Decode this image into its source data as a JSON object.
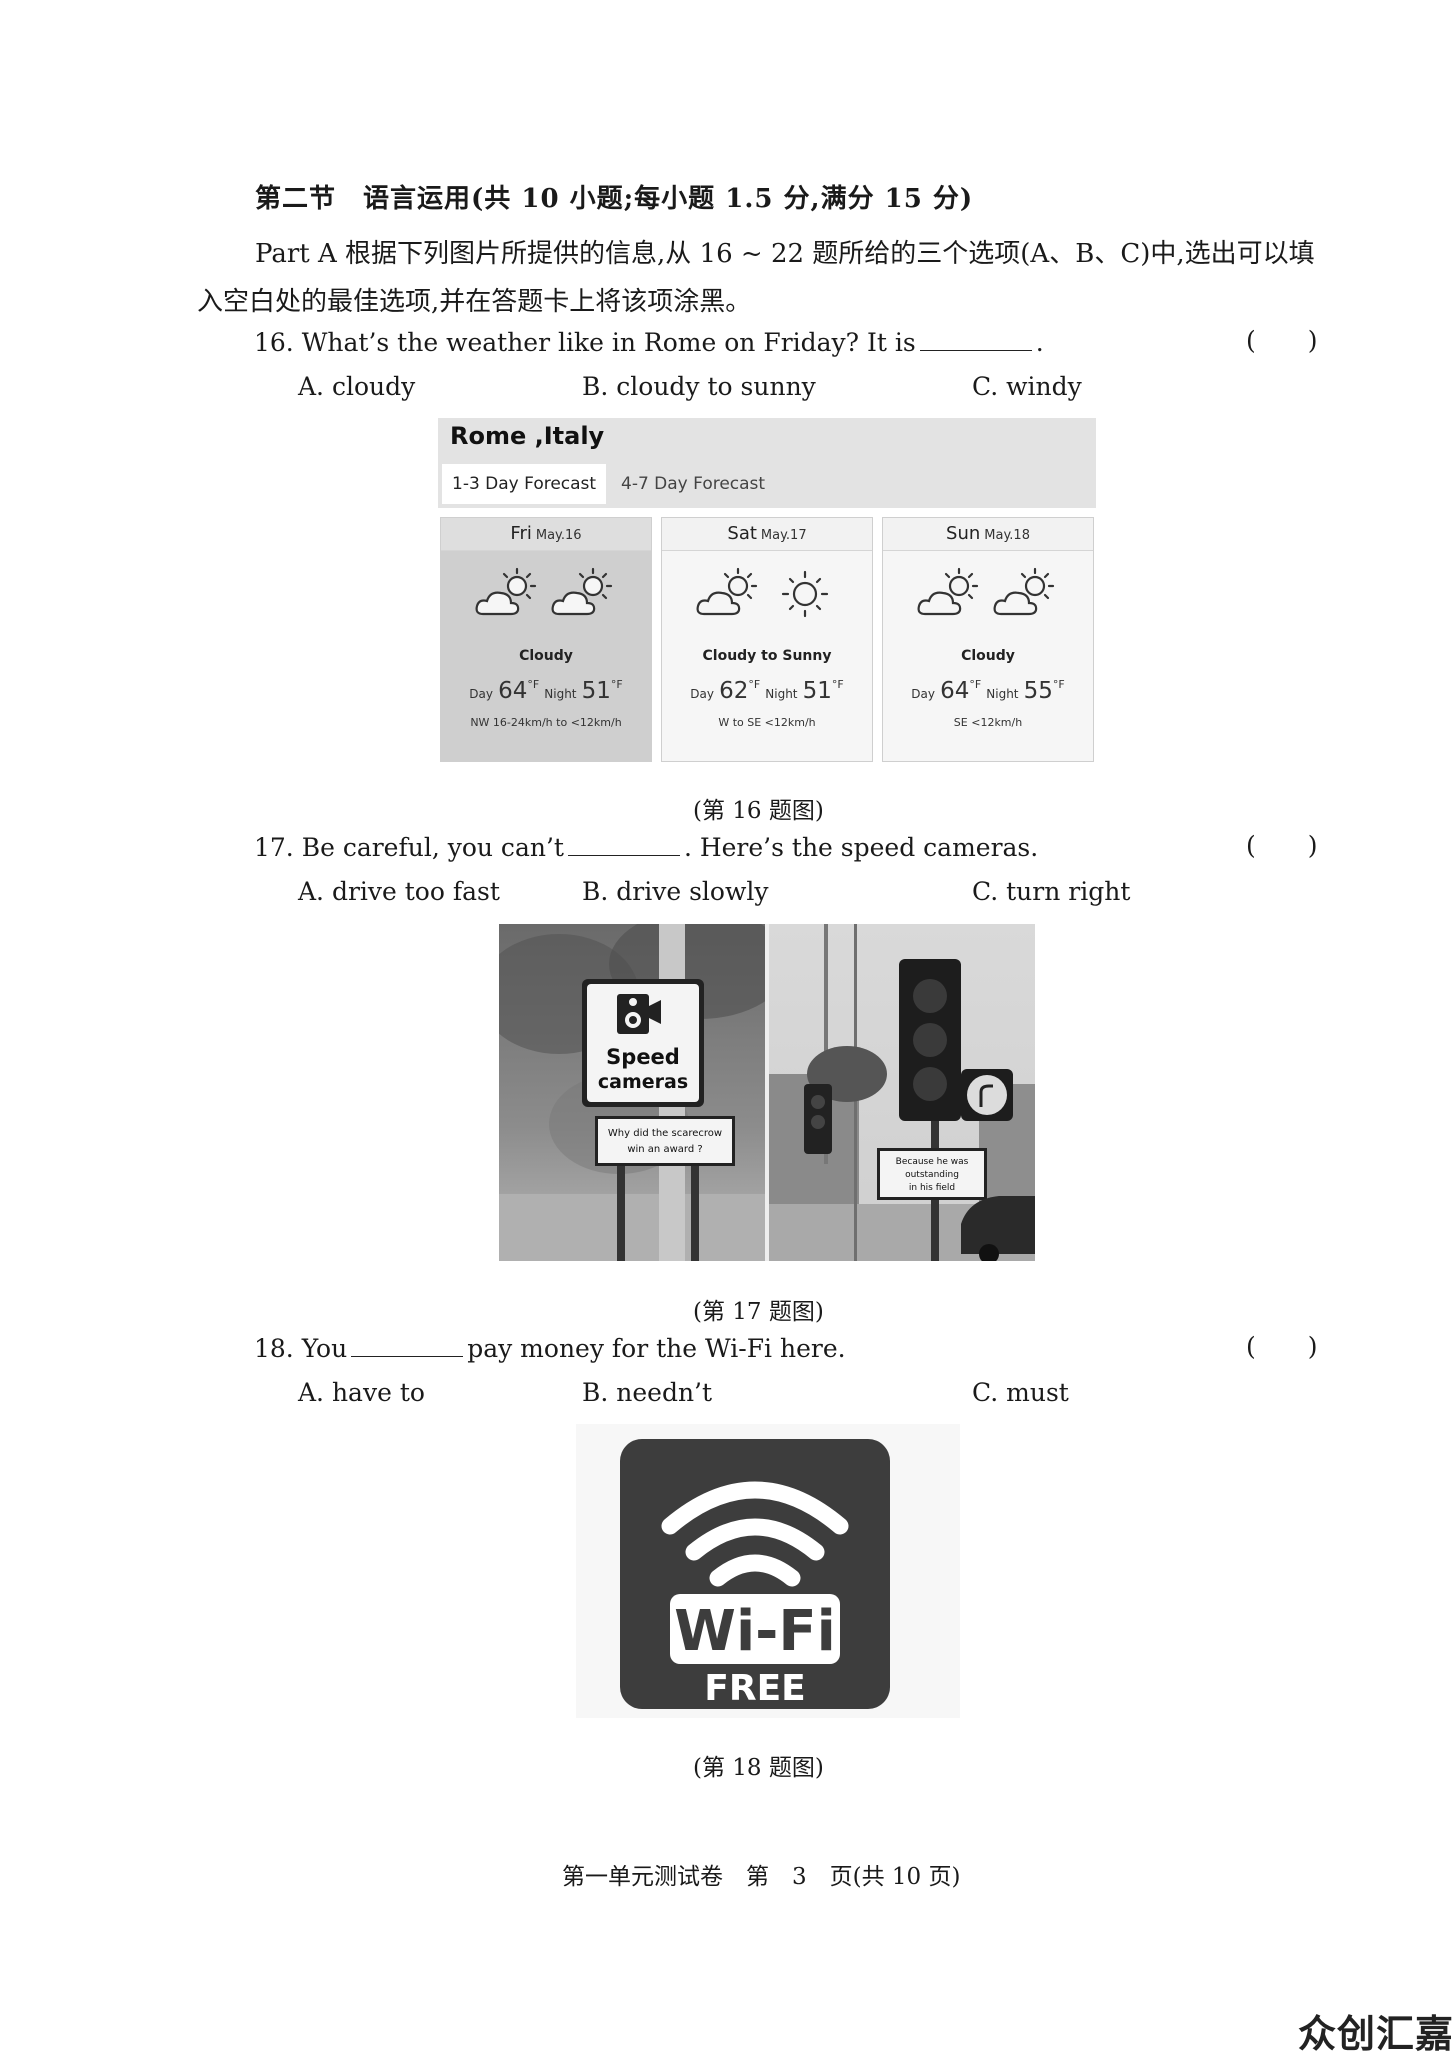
{
  "section": {
    "title": "第二节　语言运用(共 10 小题;每小题 1.5 分,满分 15 分)"
  },
  "intro": "Part A 根据下列图片所提供的信息,从 16 ~ 22 题所给的三个选项(A、B、C)中,选出可以填入空白处的最佳选项,并在答题卡上将该项涂黑。",
  "questions": [
    {
      "stem_before": "16. What’s the weather like in Rome on Friday? It is",
      "stem_after": ".",
      "paren_open": "(",
      "paren_close": ")",
      "options": [
        "A. cloudy",
        "B. cloudy to sunny",
        "C. windy"
      ],
      "caption": "(第 16 题图)"
    },
    {
      "stem_before": "17. Be careful, you can’t",
      "stem_after": ". Here’s the speed cameras.",
      "paren_open": "(",
      "paren_close": ")",
      "options": [
        "A. drive too fast",
        "B. drive slowly",
        "C. turn right"
      ],
      "caption": "(第 17 题图)"
    },
    {
      "stem_before": "18. You",
      "stem_after": "pay money for the Wi-Fi here.",
      "paren_open": "(",
      "paren_close": ")",
      "options": [
        "A. have to",
        "B. needn’t",
        "C. must"
      ],
      "caption": "(第 18 题图)"
    }
  ],
  "weather": {
    "city": "Rome ,Italy",
    "tabs": [
      "1-3 Day Forecast",
      "4-7 Day Forecast"
    ],
    "days": [
      {
        "day": "Fri",
        "date": "May.16",
        "condition": "Cloudy",
        "day_label": "Day",
        "day_temp": "64",
        "night_label": "Night",
        "night_temp": "51",
        "unit": "°F",
        "wind": "NW 16-24km/h to <12km/h",
        "icons": [
          "partly-cloudy-icon",
          "partly-cloudy-icon"
        ]
      },
      {
        "day": "Sat",
        "date": "May.17",
        "condition": "Cloudy to Sunny",
        "day_label": "Day",
        "day_temp": "62",
        "night_label": "Night",
        "night_temp": "51",
        "unit": "°F",
        "wind": "W to SE <12km/h",
        "icons": [
          "partly-cloudy-icon",
          "sun-icon"
        ]
      },
      {
        "day": "Sun",
        "date": "May.18",
        "condition": "Cloudy",
        "day_label": "Day",
        "day_temp": "64",
        "night_label": "Night",
        "night_temp": "55",
        "unit": "°F",
        "wind": "SE <12km/h",
        "icons": [
          "partly-cloudy-icon",
          "partly-cloudy-icon"
        ]
      }
    ]
  },
  "speed_photo": {
    "sign_line1": "Speed",
    "sign_line2": "cameras",
    "question_line1": "Why did the scarecrow",
    "question_line2": "win an award ?",
    "answer_line1": "Because he was",
    "answer_line2": "outstanding",
    "answer_line3": "in his field"
  },
  "wifi_sign": {
    "line1": "Wi-Fi",
    "line2": "FREE"
  },
  "footer": "第一单元测试卷　第　3　页(共 10 页)",
  "brand": "众创汇嘉"
}
